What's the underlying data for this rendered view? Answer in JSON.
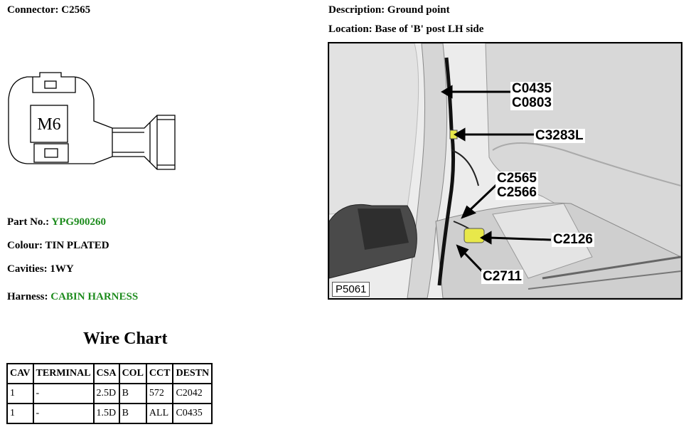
{
  "connector": {
    "label": "Connector:",
    "value": "C2565"
  },
  "description": {
    "label": "Description:",
    "value": "Ground point"
  },
  "location": {
    "label": "Location:",
    "value": "Base of 'B' post LH side"
  },
  "connector_drawing_text": "M6",
  "part_no": {
    "label": "Part No.:",
    "value": "YPG900260"
  },
  "colour": {
    "label": "Colour:",
    "value": "TIN PLATED"
  },
  "cavities": {
    "label": "Cavities:",
    "value": "1WY"
  },
  "harness": {
    "label": "Harness:",
    "value": "CABIN HARNESS"
  },
  "wire_chart": {
    "title": "Wire Chart",
    "headers": [
      "CAV",
      "TERMINAL",
      "CSA",
      "COL",
      "CCT",
      "DESTN"
    ],
    "rows": [
      [
        "1",
        "-",
        "2.5D",
        "B",
        "572",
        "C2042"
      ],
      [
        "1",
        "-",
        "1.5D",
        "B",
        "ALL",
        "C0435"
      ]
    ]
  },
  "photo": {
    "id_label": "P5061",
    "callouts": {
      "c0435": "C0435",
      "c0803": "C0803",
      "c3283l": "C3283L",
      "c2565": "C2565",
      "c2566": "C2566",
      "c2126": "C2126",
      "c2711": "C2711"
    }
  },
  "colors": {
    "green_text": "#1e8c1e",
    "connector_yellow": "#e8e84a"
  }
}
